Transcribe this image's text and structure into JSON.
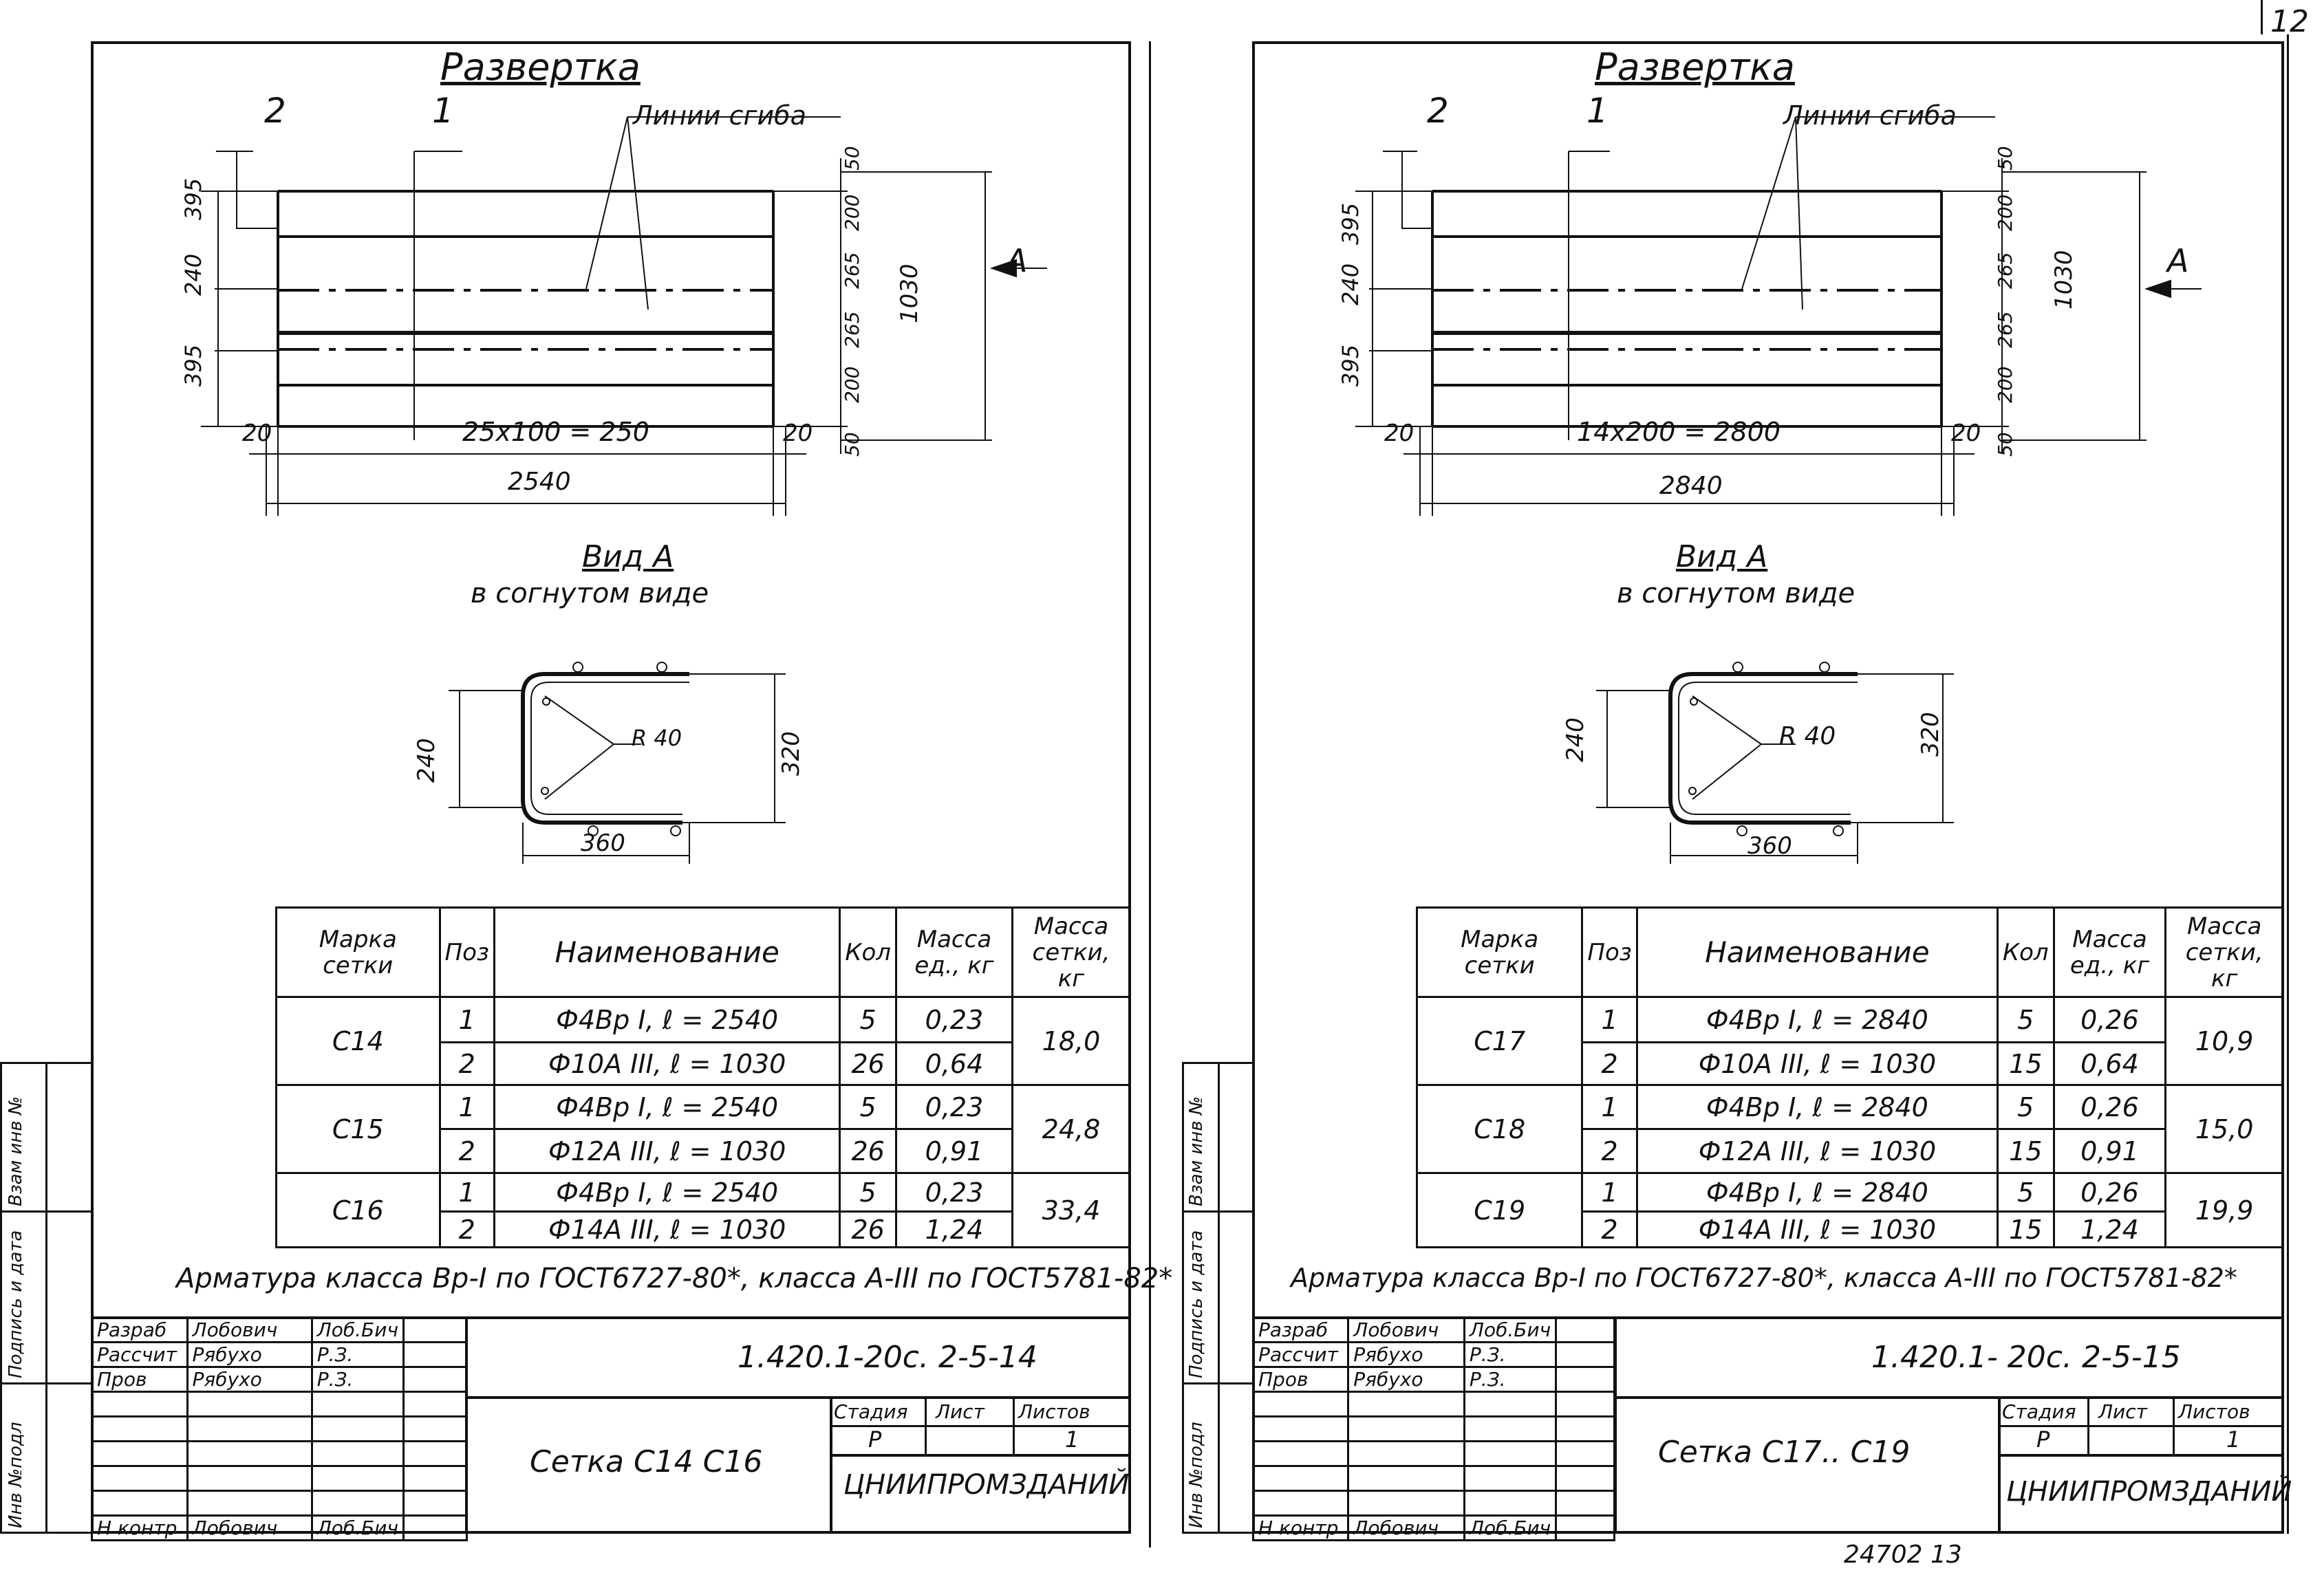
{
  "page_number": "12",
  "footer_number": "24702  13",
  "sheets": [
    {
      "title": "Развертка",
      "labels": {
        "pos2": "2",
        "pos1": "1",
        "bend_lines": "Линии сгиба",
        "view_arrow": "А"
      },
      "dims": {
        "d395a": "395",
        "d240": "240",
        "d395b": "395",
        "d50a": "50",
        "d200a": "200",
        "d265a": "265",
        "d265b": "265",
        "d200b": "200",
        "d50b": "50",
        "d1030": "1030",
        "d20a": "20",
        "d20b": "20",
        "spacing": "25x100 = 250",
        "overall": "2540"
      },
      "view_title": "Вид А",
      "view_subtitle": "в согнутом виде",
      "view_dims": {
        "h": "240",
        "r": "R 40",
        "w320": "320",
        "w360": "360"
      },
      "table": {
        "headers": [
          "Марка сетки",
          "Поз",
          "Наименование",
          "Кол",
          "Масса ед., кг",
          "Масса сетки, кг"
        ],
        "groups": [
          {
            "mark": "С14",
            "total": "18,0",
            "rows": [
              {
                "pos": "1",
                "name": "Ф4Вр I,  ℓ = 2540",
                "qty": "5",
                "mass": "0,23"
              },
              {
                "pos": "2",
                "name": "Ф10А III,  ℓ = 1030",
                "qty": "26",
                "mass": "0,64"
              }
            ]
          },
          {
            "mark": "С15",
            "total": "24,8",
            "rows": [
              {
                "pos": "1",
                "name": "Ф4Вр I,  ℓ = 2540",
                "qty": "5",
                "mass": "0,23"
              },
              {
                "pos": "2",
                "name": "Ф12А III,  ℓ = 1030",
                "qty": "26",
                "mass": "0,91"
              }
            ]
          },
          {
            "mark": "С16",
            "total": "33,4",
            "rows": [
              {
                "pos": "1",
                "name": "Ф4Вр I,  ℓ = 2540",
                "qty": "5",
                "mass": "0,23"
              },
              {
                "pos": "2",
                "name": "Ф14А III,  ℓ = 1030",
                "qty": "26",
                "mass": "1,24"
              }
            ]
          }
        ]
      },
      "note": "Арматура  класса  Вр-I по ГОСТ6727-80*, класса А-III по ГОСТ5781-82*",
      "title_block": {
        "code": "1.420.1-20с. 2-5-14",
        "name": "Сетка  С14   С16",
        "org": "ЦНИИПРОМЗДАНИЙ",
        "stage_h": "Стадия",
        "sheet_h": "Лист",
        "sheets_h": "Листов",
        "stage": "Р",
        "sheet": "1",
        "roles": [
          {
            "role": "Разраб",
            "person": "Лобович",
            "sign": "Лоб.Бич"
          },
          {
            "role": "Рассчит",
            "person": "Рябухо",
            "sign": "Р.З."
          },
          {
            "role": "Пров",
            "person": "Рябухо",
            "sign": "Р.З."
          },
          {
            "role": "Н контр",
            "person": "Лобович",
            "sign": "Лоб.Бич"
          }
        ]
      }
    },
    {
      "title": "Развертка",
      "labels": {
        "pos2": "2",
        "pos1": "1",
        "bend_lines": "Линии сгиба",
        "view_arrow": "А"
      },
      "dims": {
        "d395a": "395",
        "d240": "240",
        "d395b": "395",
        "d50a": "50",
        "d200a": "200",
        "d265a": "265",
        "d265b": "265",
        "d200b": "200",
        "d50b": "50",
        "d1030": "1030",
        "d20a": "20",
        "d20b": "20",
        "spacing": "14x200 = 2800",
        "overall": "2840"
      },
      "view_title": "Вид А",
      "view_subtitle": "в согнутом виде",
      "view_dims": {
        "h": "240",
        "r": "R 40",
        "w320": "320",
        "w360": "360"
      },
      "table": {
        "headers": [
          "Марка сетки",
          "Поз",
          "Наименование",
          "Кол",
          "Масса ед., кг",
          "Масса сетки, кг"
        ],
        "groups": [
          {
            "mark": "С17",
            "total": "10,9",
            "rows": [
              {
                "pos": "1",
                "name": "Ф4Вр I,  ℓ = 2840",
                "qty": "5",
                "mass": "0,26"
              },
              {
                "pos": "2",
                "name": "Ф10А III,  ℓ = 1030",
                "qty": "15",
                "mass": "0,64"
              }
            ]
          },
          {
            "mark": "С18",
            "total": "15,0",
            "rows": [
              {
                "pos": "1",
                "name": "Ф4Вр I,  ℓ = 2840",
                "qty": "5",
                "mass": "0,26"
              },
              {
                "pos": "2",
                "name": "Ф12А III,  ℓ = 1030",
                "qty": "15",
                "mass": "0,91"
              }
            ]
          },
          {
            "mark": "С19",
            "total": "19,9",
            "rows": [
              {
                "pos": "1",
                "name": "Ф4Вр I,  ℓ = 2840",
                "qty": "5",
                "mass": "0,26"
              },
              {
                "pos": "2",
                "name": "Ф14А III,  ℓ = 1030",
                "qty": "15",
                "mass": "1,24"
              }
            ]
          }
        ]
      },
      "note": "Арматура класса Вр-I по ГОСТ6727-80*, класса А-III по ГОСТ5781-82*",
      "title_block": {
        "code": "1.420.1- 20с. 2-5-15",
        "name": "Сетка С17.. С19",
        "org": "ЦНИИПРОМЗДАНИЙ",
        "stage_h": "Стадия",
        "sheet_h": "Лист",
        "sheets_h": "Листов",
        "stage": "Р",
        "sheet": "1",
        "roles": [
          {
            "role": "Разраб",
            "person": "Лобович",
            "sign": "Лоб.Бич"
          },
          {
            "role": "Рассчит",
            "person": "Рябухо",
            "sign": "Р.З."
          },
          {
            "role": "Пров",
            "person": "Рябухо",
            "sign": "Р.З."
          },
          {
            "role": "Н контр",
            "person": "Лобович",
            "sign": "Лоб.Бич"
          }
        ]
      }
    }
  ],
  "side_labels": [
    "Инв №подл",
    "Подпись и дата",
    "Взам инв №"
  ]
}
